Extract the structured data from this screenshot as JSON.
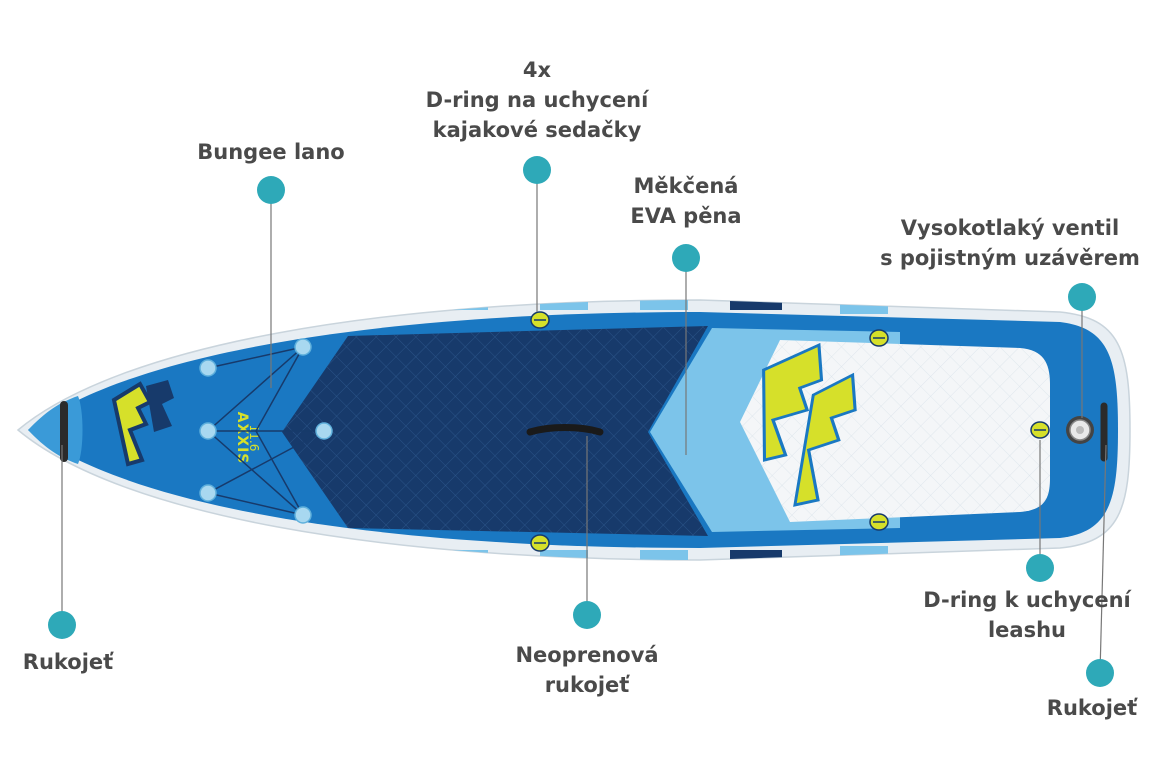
{
  "colors": {
    "background": "#ffffff",
    "label_text": "#4a4a4a",
    "marker": "#2ea9b8",
    "leader_line": "#777777",
    "board_outer": "#1a78c2",
    "board_rail_light": "#e8eef3",
    "board_pad_dark": "#173a6b",
    "board_pad_light": "#7cc4ea",
    "tail_pad_white": "#f4f6f8",
    "logo_yellow": "#d6e02a",
    "dring_yellow": "#d6e02a"
  },
  "board": {
    "brand_icon": "f2-logo-icon",
    "model_name": "AXXIS",
    "model_size": "11.6"
  },
  "callouts": {
    "dring_seat": {
      "line1": "4x",
      "line2": "D-ring na uchycení",
      "line3": "kajakové sedačky"
    },
    "bungee": {
      "line1": "Bungee lano"
    },
    "eva": {
      "line1": "Měkčená",
      "line2": "EVA pěna"
    },
    "valve": {
      "line1": "Vysokotlaký  ventil",
      "line2": "s pojistným uzávěrem"
    },
    "handle_nose": {
      "line1": "Rukojeť"
    },
    "neoprene": {
      "line1": "Neoprenová",
      "line2": "rukojeť"
    },
    "dring_leash": {
      "line1": "D-ring k uchycení",
      "line2": "leashu"
    },
    "handle_tail": {
      "line1": "Rukojeť"
    }
  }
}
